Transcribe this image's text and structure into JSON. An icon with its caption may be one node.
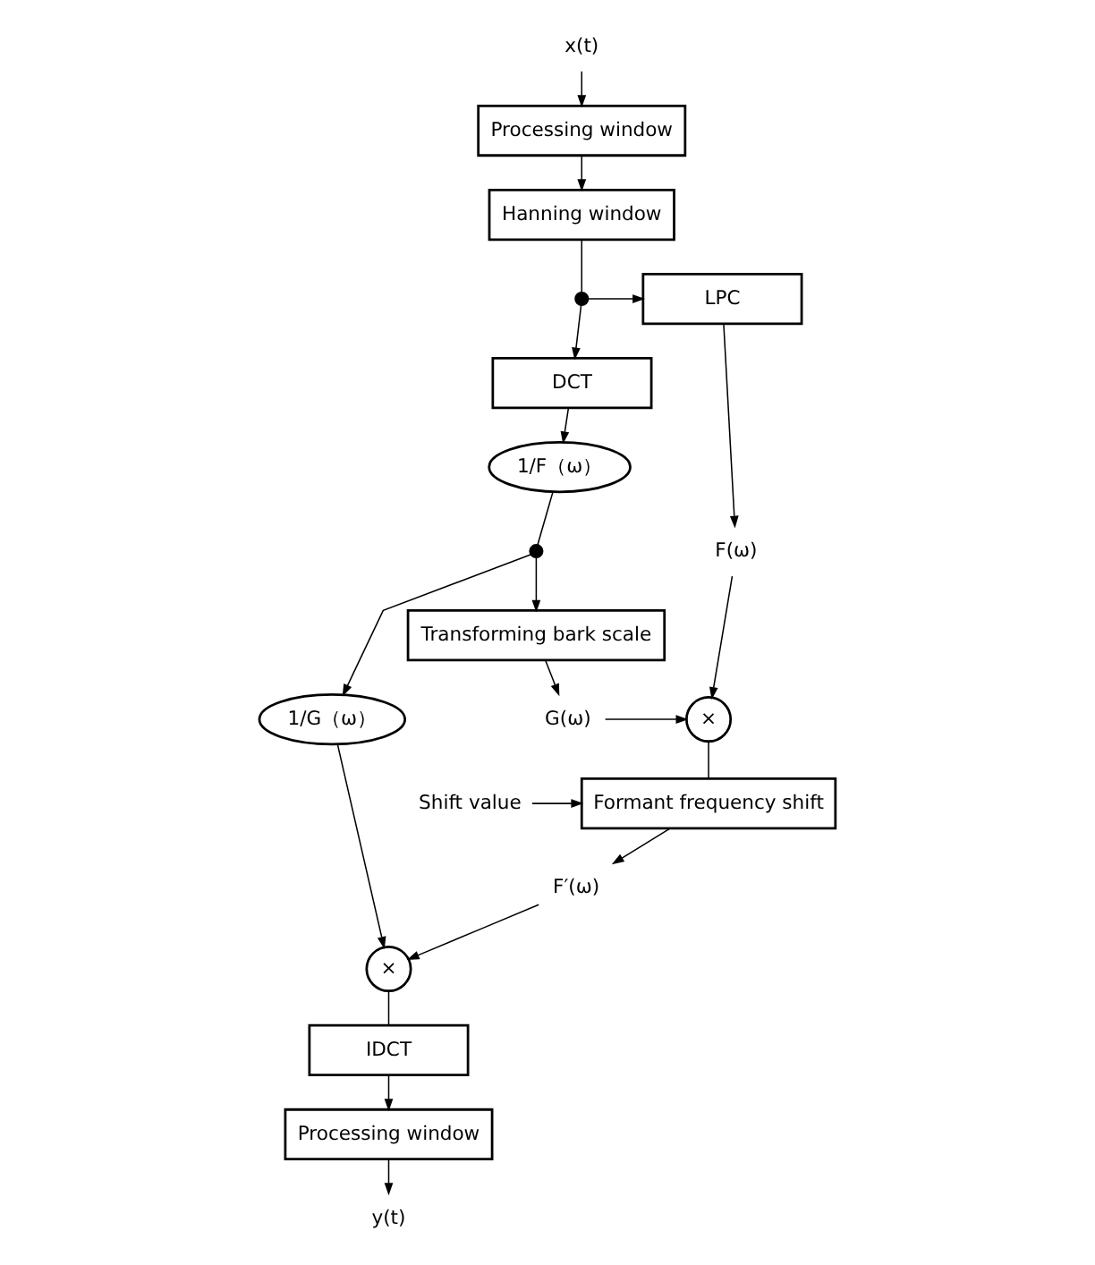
{
  "diagram": {
    "nodes": [
      {
        "text": [
          "x(t)"
        ]
      },
      {
        "text": [
          "Processing window"
        ]
      },
      {
        "text": [
          "Hanning window"
        ]
      },
      {
        "text": [],
        "shape": "dot"
      },
      {
        "text": [
          "DCT"
        ]
      },
      {
        "text": [
          "LPC"
        ]
      },
      {
        "text": [
          "1/F（ω）"
        ]
      },
      {
        "text": [],
        "shape": "dot"
      },
      {
        "text": [
          "1/G（ω）"
        ]
      },
      {
        "text": [
          "Transforming bark scale"
        ]
      },
      {
        "text": [
          "F(ω)"
        ]
      },
      {
        "text": [
          "G(ω)"
        ]
      },
      {
        "text": [
          "×"
        ]
      },
      {
        "text": [
          "×"
        ]
      },
      {
        "text": [
          "Formant frequency shift"
        ]
      },
      {
        "text": [
          "Shift value"
        ]
      },
      {
        "text": [
          "IDCT"
        ]
      },
      {
        "text": [
          "F′(ω)"
        ]
      },
      {
        "text": [
          "Processing window"
        ]
      },
      {
        "text": [
          "y(t)"
        ]
      }
    ],
    "edges": [
      {
        "from": 0,
        "to": 1,
        "arrow": "to"
      },
      {
        "from": 1,
        "to": 2,
        "arrow": "to"
      },
      {
        "from": 2,
        "to": 3,
        "arrow": "none"
      },
      {
        "from": 3,
        "to": 4,
        "arrow": "to"
      },
      {
        "from": 3,
        "to": 5,
        "arrow": "to"
      },
      {
        "from": 4,
        "to": 6,
        "arrow": "to"
      },
      {
        "from": 6,
        "to": 7,
        "arrow": "none"
      },
      {
        "from": 7,
        "to": 8,
        "arrow": "to"
      },
      {
        "from": 7,
        "to": 9,
        "arrow": "to"
      },
      {
        "from": 5,
        "to": 10,
        "arrow": "to"
      },
      {
        "from": 9,
        "to": 11,
        "arrow": "to"
      },
      {
        "from": 10,
        "to": 12,
        "arrow": "to"
      },
      {
        "from": 11,
        "to": 12,
        "arrow": "to"
      },
      {
        "from": 12,
        "to": 14,
        "arrow": "none"
      },
      {
        "from": 15,
        "to": 14,
        "arrow": "to"
      },
      {
        "from": 14,
        "to": 17,
        "arrow": "to"
      },
      {
        "from": 8,
        "to": 13,
        "arrow": "to"
      },
      {
        "from": 17,
        "to": 13,
        "arrow": "to"
      },
      {
        "from": 13,
        "to": 16,
        "arrow": "none"
      },
      {
        "from": 16,
        "to": 18,
        "arrow": "to"
      },
      {
        "from": 18,
        "to": 19,
        "arrow": "to"
      }
    ]
  }
}
